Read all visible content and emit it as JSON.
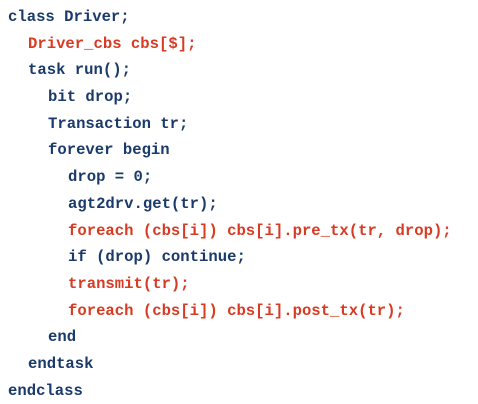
{
  "code": {
    "lines": [
      {
        "text": "class Driver;",
        "indent": 0,
        "highlight": false
      },
      {
        "text": "Driver_cbs cbs[$];",
        "indent": 1,
        "highlight": true
      },
      {
        "text": "task run();",
        "indent": 1,
        "highlight": false
      },
      {
        "text": "bit drop;",
        "indent": 2,
        "highlight": false
      },
      {
        "text": "Transaction tr;",
        "indent": 2,
        "highlight": false
      },
      {
        "text": "forever begin",
        "indent": 2,
        "highlight": false
      },
      {
        "text": "drop = 0;",
        "indent": 3,
        "highlight": false
      },
      {
        "text": "agt2drv.get(tr);",
        "indent": 3,
        "highlight": false
      },
      {
        "text": "foreach (cbs[i]) cbs[i].pre_tx(tr, drop);",
        "indent": 3,
        "highlight": true
      },
      {
        "text": "if (drop) continue;",
        "indent": 3,
        "highlight": false
      },
      {
        "text": "transmit(tr);",
        "indent": 3,
        "highlight": true
      },
      {
        "text": "foreach (cbs[i]) cbs[i].post_tx(tr);",
        "indent": 3,
        "highlight": true
      },
      {
        "text": "end",
        "indent": 2,
        "highlight": false
      },
      {
        "text": "endtask",
        "indent": 1,
        "highlight": false
      },
      {
        "text": "endclass",
        "indent": 0,
        "highlight": false
      }
    ],
    "colors": {
      "normal": "#1a3a6a",
      "highlight": "#d83a22"
    }
  }
}
